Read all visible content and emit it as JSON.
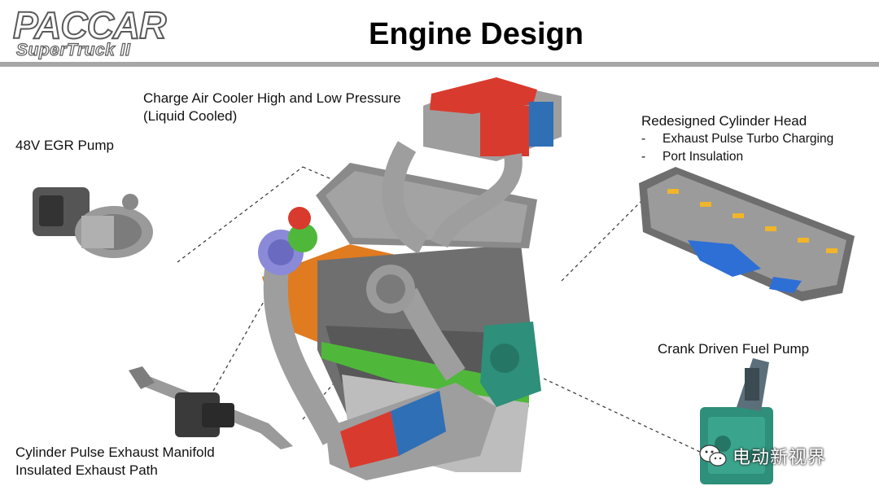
{
  "header": {
    "logo_main": "PACCAR",
    "logo_sub": "SuperTruck II",
    "title": "Engine Design"
  },
  "callouts": {
    "charge_air_cooler": {
      "line1": "Charge Air Cooler High and Low Pressure",
      "line2": "(Liquid Cooled)"
    },
    "egr_pump": {
      "label": "48V EGR Pump"
    },
    "cylinder_head": {
      "label": "Redesigned Cylinder Head",
      "bullet_marker": "-",
      "bullets": [
        "Exhaust Pulse Turbo Charging",
        "Port Insulation"
      ]
    },
    "fuel_pump": {
      "label": "Crank Driven Fuel Pump"
    },
    "exhaust_manifold": {
      "line1": "Cylinder Pulse Exhaust Manifold",
      "line2": "Insulated Exhaust Path"
    }
  },
  "watermark": {
    "text": "电动新视界",
    "icon": "wechat-icon"
  },
  "colors": {
    "rule": "#a6a6a6",
    "engine_gray": "#8c8c8c",
    "cooler_red": "#d93a2e",
    "cooler_blue": "#2f6fb5",
    "fuel_pump_green": "#2e8f7a",
    "frame_orange": "#e07b1f",
    "gasket_green": "#4fb83a",
    "pump_blue": "#2e6fd6"
  }
}
